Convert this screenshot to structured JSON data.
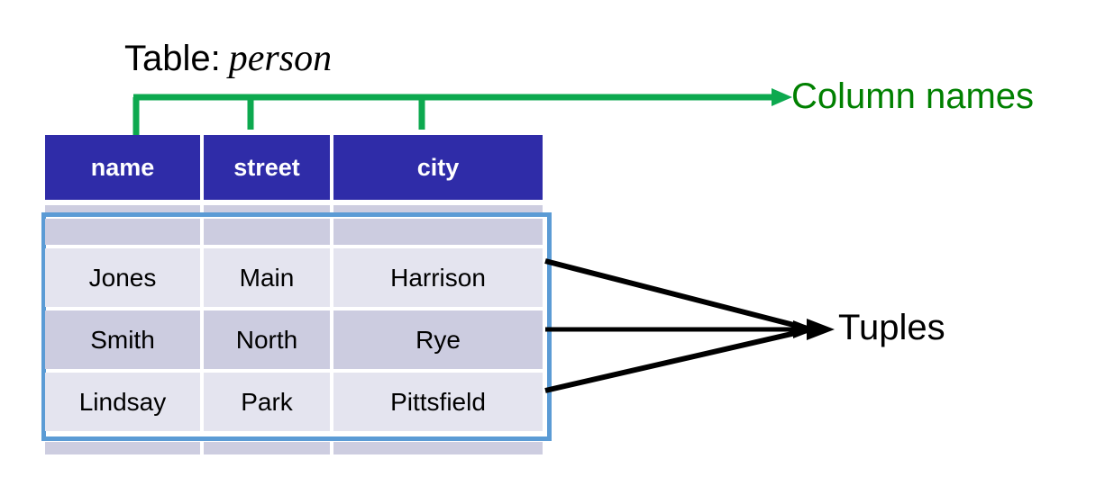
{
  "diagram": {
    "title": {
      "label": "Table:",
      "table_name": "person"
    },
    "annotations": {
      "column_names": {
        "text": "Column names",
        "color": "#008000",
        "bracket_color": "#0DA94F"
      },
      "tuples": {
        "text": "Tuples",
        "color": "#000000",
        "arrow_color": "#000000"
      }
    },
    "table": {
      "name": "person",
      "header_background": "#2F2CA8",
      "header_text_color": "#FFFFFF",
      "highlight_border_color": "#5B9BD5",
      "row_color_light": "#E4E4EF",
      "row_color_dark": "#CCCCE0",
      "columns": [
        {
          "label": "name"
        },
        {
          "label": "street"
        },
        {
          "label": "city"
        }
      ],
      "rows": [
        {
          "name": "Jones",
          "street": "Main",
          "city": "Harrison"
        },
        {
          "name": "Smith",
          "street": "North",
          "city": "Rye"
        },
        {
          "name": "Lindsay",
          "street": "Park",
          "city": "Pittsfield"
        }
      ]
    }
  }
}
